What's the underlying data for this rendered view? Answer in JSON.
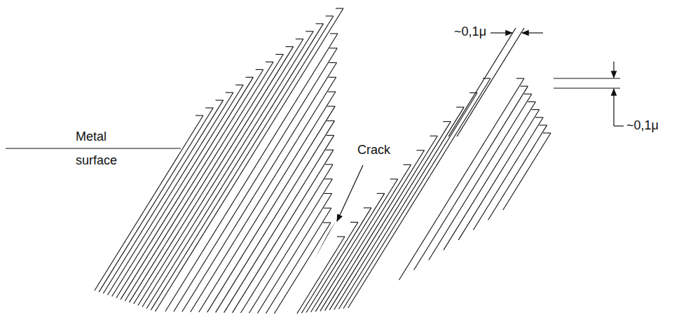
{
  "diagram": {
    "labels": [
      "Metal surface",
      "Crack",
      "~0,1μ",
      "~0,1μ"
    ]
  }
}
